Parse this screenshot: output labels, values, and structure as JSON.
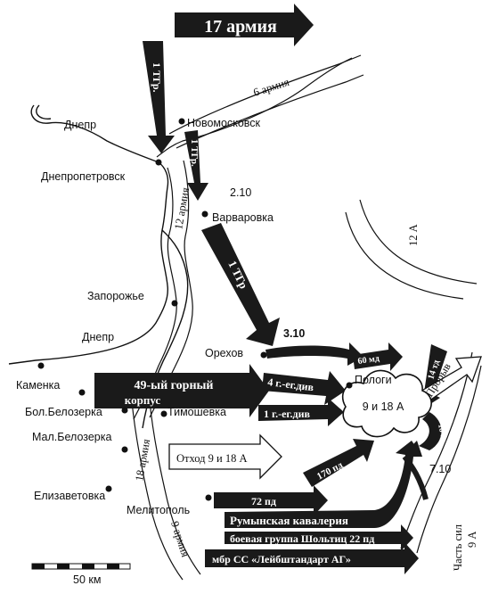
{
  "colors": {
    "ink": "#111111",
    "paper": "#ffffff",
    "arrow_dark": "#1a1a1a"
  },
  "units": {
    "army_17": "17 армия",
    "army_6": "6 армия",
    "army_12": "12 армия",
    "army_18": "18 армия",
    "army_9": "9 армия",
    "tgr_1_top": "1 ТГр.",
    "tgr_1_mid": "1 ТГр.",
    "tgr_1_main": "1 ТГр",
    "army_12A": "12 А",
    "mountain_corps_49_line1": "49-ый горный",
    "mountain_corps_49_line2": "корпус",
    "div_4": "4 г.-ег.див",
    "div_1": "1 г.-ег.див",
    "md_60": "60 мд",
    "tp_14": "14 тд",
    "tp_16": "16 тд",
    "pd_170": "170 пд",
    "pd_72": "72 пд",
    "romanian_cav": "Румынская кавалерия",
    "scholtitz": "боевая группа Шольтиц 22 пд",
    "lah": "мбр СС «Лейбштандарт АГ»",
    "part_9A_line1": "Часть сил",
    "part_9A_line2": "9 А",
    "pocket": "9 и 18 А",
    "breakthrough": "Прорыв",
    "retreat": "Отход 9 и 18 А"
  },
  "places": {
    "dnepr_top": "Днепр",
    "dnepr_bottom": "Днепр",
    "novomoskovsk": "Новомосковск",
    "dnepropetrovsk": "Днепропетровск",
    "varvarovka": "Варваровка",
    "zaporozhye": "Запорожье",
    "orekhov": "Орехов",
    "pologi": "Пологи",
    "kamenka": "Каменка",
    "bol_belozerka": "Бол.Белозерка",
    "mal_belozerka": "Мал.Белозерка",
    "timoshevka": "Тимошевка",
    "elizavetovka": "Елизаветовка",
    "melitopol": "Мелитополь"
  },
  "dates": {
    "d1": "2.10",
    "d2": "3.10",
    "d3": "7.10"
  },
  "scale": {
    "label": "50 км"
  }
}
